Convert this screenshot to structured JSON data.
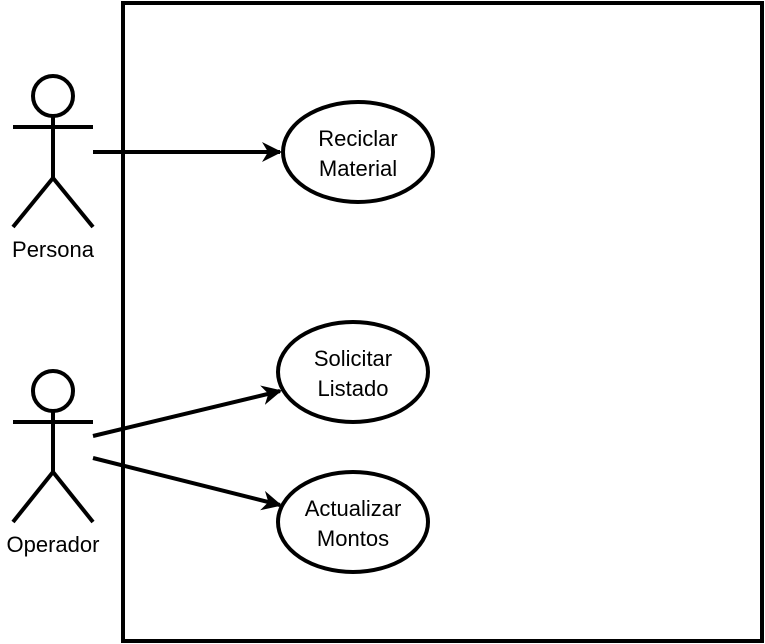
{
  "actors": [
    {
      "id": "persona",
      "name": "Persona"
    },
    {
      "id": "operador",
      "name": "Operador"
    }
  ],
  "use_cases": [
    {
      "id": "reciclar",
      "lines": [
        "Reciclar",
        "Material"
      ]
    },
    {
      "id": "solicitar",
      "lines": [
        "Solicitar",
        "Listado"
      ]
    },
    {
      "id": "actualizar",
      "lines": [
        "Actualizar",
        "Montos"
      ]
    }
  ],
  "associations": [
    {
      "from": "persona",
      "to": "reciclar"
    },
    {
      "from": "operador",
      "to": "solicitar"
    },
    {
      "from": "operador",
      "to": "actualizar"
    }
  ],
  "colors": {
    "stroke": "#000000",
    "fill": "#ffffff"
  }
}
